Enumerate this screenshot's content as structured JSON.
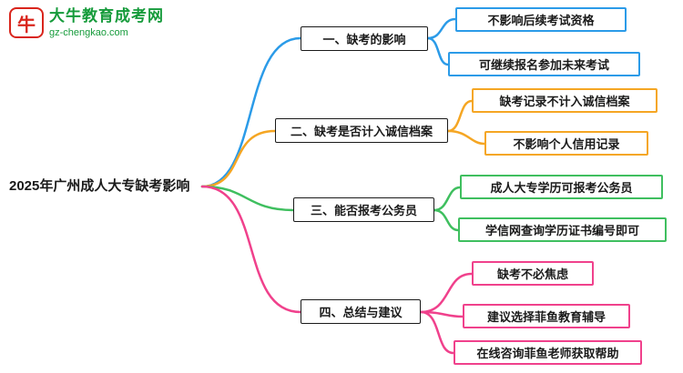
{
  "logo": {
    "icon_glyph": "牛",
    "title": "大牛教育成考网",
    "domain": "gz-chengkao.com"
  },
  "root": {
    "label": "2025年广州成人大专缺考影响"
  },
  "colors": {
    "blue": "#2b9be8",
    "orange": "#f5a623",
    "green": "#3fbf5f",
    "pink": "#f0418c",
    "logo_green": "#169b3b",
    "logo_red": "#d9251c",
    "node_border": "#1a1a1a"
  },
  "branches": [
    {
      "label": "一、缺考的影响",
      "color": "#2b9be8",
      "children": [
        {
          "text": "不影响后续考试资格"
        },
        {
          "text": "可继续报名参加未来考试"
        }
      ]
    },
    {
      "label": "二、缺考是否计入诚信档案",
      "color": "#f5a623",
      "children": [
        {
          "text": "缺考记录不计入诚信档案"
        },
        {
          "text": "不影响个人信用记录"
        }
      ]
    },
    {
      "label": "三、能否报考公务员",
      "color": "#3fbf5f",
      "children": [
        {
          "text": "成人大专学历可报考公务员"
        },
        {
          "text": "学信网查询学历证书编号即可"
        }
      ]
    },
    {
      "label": "四、总结与建议",
      "color": "#f0418c",
      "children": [
        {
          "text": "缺考不必焦虑"
        },
        {
          "text": "建议选择菲鱼教育辅导"
        },
        {
          "text": "在线咨询菲鱼老师获取帮助"
        }
      ]
    }
  ]
}
